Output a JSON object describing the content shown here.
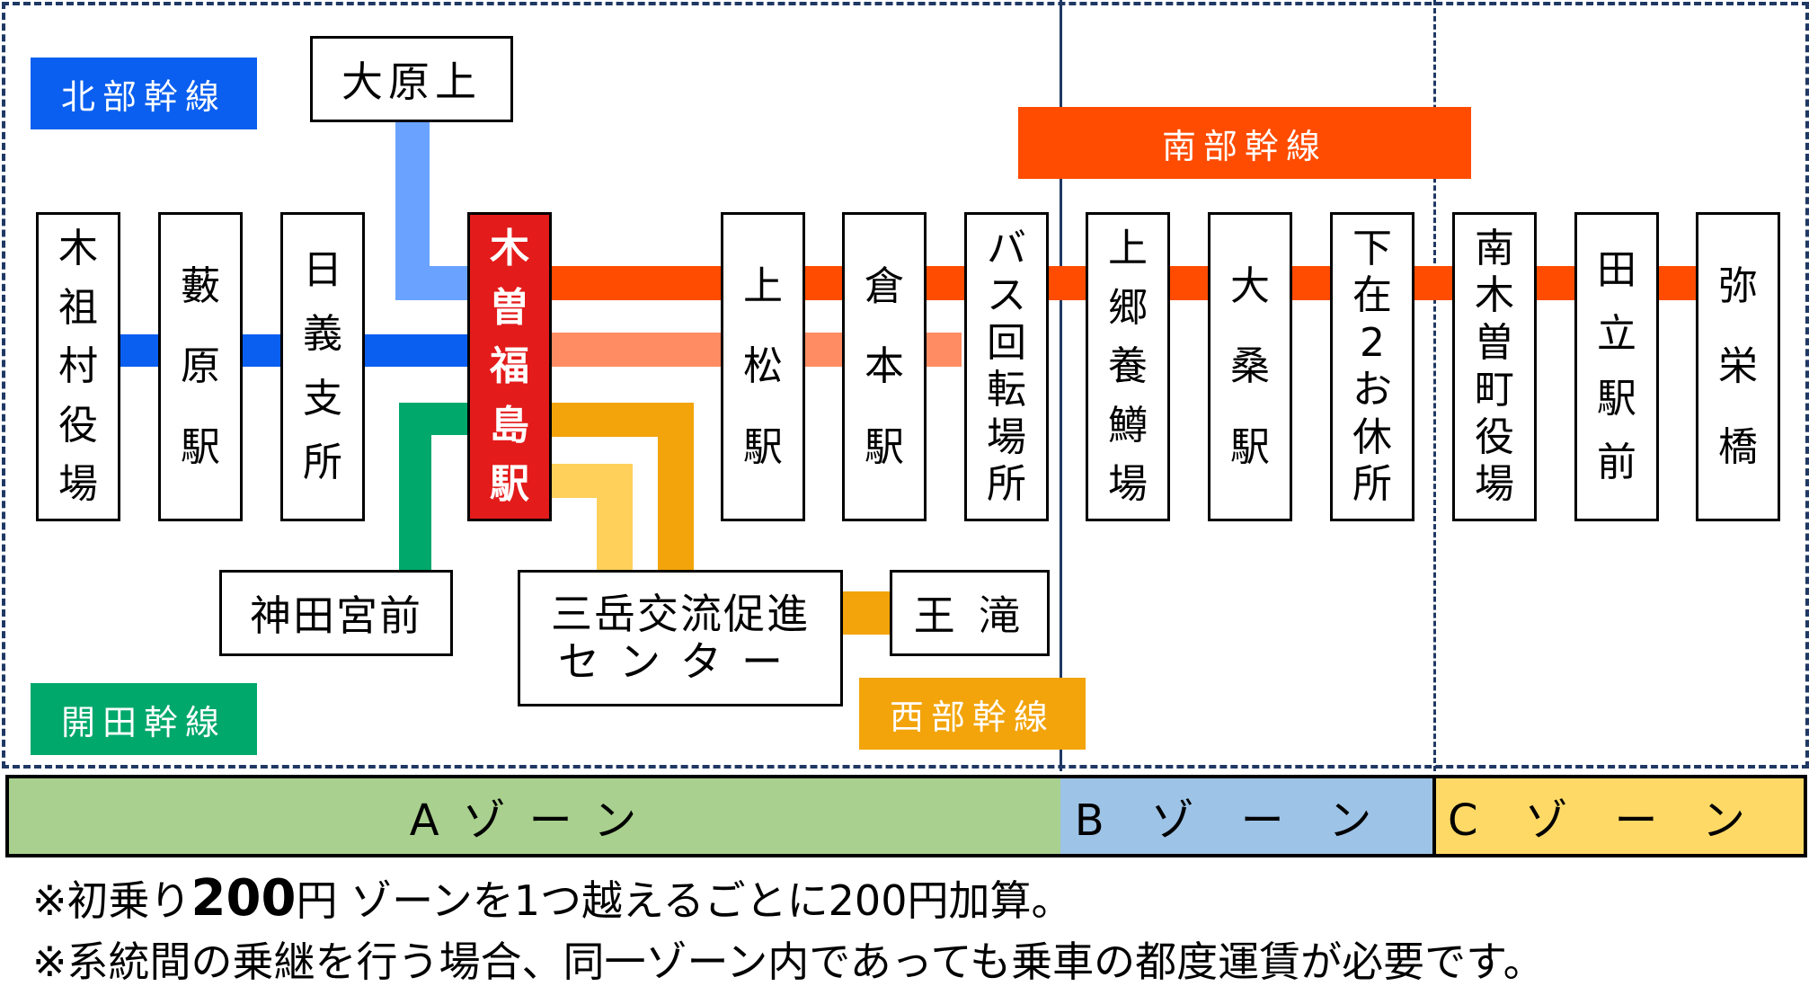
{
  "lines": {
    "north": {
      "label": "北部幹線",
      "color": "#0a5ff0"
    },
    "south": {
      "label": "南部幹線",
      "color": "#ff4c00"
    },
    "south_branch": {
      "color": "#ff8c62"
    },
    "ohara": {
      "color": "#6aa3ff"
    },
    "kaida": {
      "label": "開田幹線",
      "color": "#00a86b"
    },
    "west": {
      "label": "西部幹線",
      "color": "#f2a40a"
    },
    "west_branch": {
      "color": "#ffd05a"
    }
  },
  "stations": [
    {
      "id": "kiso-village",
      "chars": [
        "木",
        "祖",
        "村",
        "役",
        "場"
      ]
    },
    {
      "id": "yabuhara",
      "chars": [
        "藪",
        "原",
        "駅"
      ]
    },
    {
      "id": "higiri",
      "chars": [
        "日",
        "義",
        "支",
        "所"
      ]
    },
    {
      "id": "kiso-fukushima",
      "chars": [
        "木",
        "曽",
        "福",
        "島",
        "駅"
      ],
      "hub": true
    },
    {
      "id": "agematsu",
      "chars": [
        "上",
        "松",
        "駅"
      ]
    },
    {
      "id": "kuramoto",
      "chars": [
        "倉",
        "本",
        "駅"
      ]
    },
    {
      "id": "bus-depot",
      "chars": [
        "バ",
        "ス",
        "回",
        "転",
        "場",
        "所"
      ]
    },
    {
      "id": "kamiyokoyou",
      "chars": [
        "上",
        "郷",
        "養",
        "鱒",
        "場"
      ]
    },
    {
      "id": "okuwa",
      "chars": [
        "大",
        "桑",
        "駅"
      ]
    },
    {
      "id": "shimozai",
      "chars": [
        "下",
        "在",
        "2",
        "お",
        "休",
        "所"
      ]
    },
    {
      "id": "nagiso",
      "chars": [
        "南",
        "木",
        "曽",
        "町",
        "役",
        "場"
      ]
    },
    {
      "id": "tadachi",
      "chars": [
        "田",
        "立",
        "駅",
        "前"
      ]
    },
    {
      "id": "yasakae",
      "chars": [
        "弥",
        "栄",
        "橋"
      ]
    }
  ],
  "side_stations": {
    "ohara_kami": "大原上",
    "kanda_miyamae": "神田宮前",
    "sangaku_line1": "三岳交流促進",
    "sangaku_line2": "センター",
    "outaki": "王 滝"
  },
  "zones": [
    {
      "label": "Aゾーン",
      "color": "#a9d08e"
    },
    {
      "label": "Bゾーン",
      "color": "#9dc3e6"
    },
    {
      "label": "Cゾーン",
      "color": "#ffd966"
    }
  ],
  "notes": {
    "line1_prefix": "※初乗り",
    "line1_amount": "200",
    "line1_rest": "円 ゾーンを1つ越えるごとに200円加算。",
    "line2": "※系統間の乗継を行う場合、同一ゾーン内であっても乗車の都度運賃が必要です。"
  }
}
